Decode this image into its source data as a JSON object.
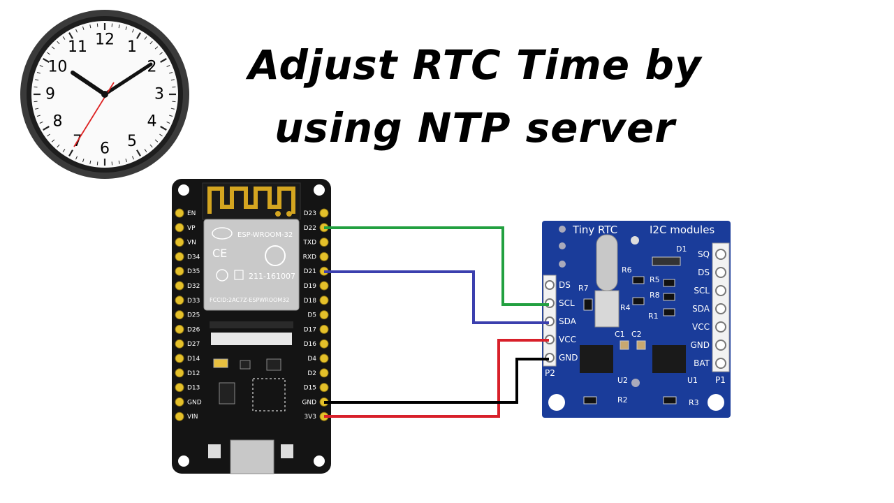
{
  "title": {
    "line1": "Adjust RTC Time by",
    "line2": "using NTP server"
  },
  "clock": {
    "numbers": [
      "12",
      "1",
      "2",
      "3",
      "4",
      "5",
      "6",
      "7",
      "8",
      "9",
      "10",
      "11"
    ]
  },
  "esp32": {
    "module_label": "ESP-WROOM-32",
    "module_cert": "211-161007",
    "module_fcc": "FCCID:2AC7Z-ESPWROOM32",
    "left_pins": [
      "EN",
      "VP",
      "VN",
      "D34",
      "D35",
      "D32",
      "D33",
      "D25",
      "D26",
      "D27",
      "D14",
      "D12",
      "D13",
      "GND",
      "VIN"
    ],
    "right_pins": [
      "D23",
      "D22",
      "TXD",
      "RXD",
      "D21",
      "D19",
      "D18",
      "D5",
      "D17",
      "D16",
      "D4",
      "D2",
      "D15",
      "GND",
      "3V3"
    ]
  },
  "rtc": {
    "title_left": "Tiny RTC",
    "title_right": "I2C modules",
    "p2_pins": [
      "DS",
      "SCL",
      "SDA",
      "VCC",
      "GND"
    ],
    "p2_label": "P2",
    "p1_pins": [
      "SQ",
      "DS",
      "SCL",
      "SDA",
      "VCC",
      "GND",
      "BAT"
    ],
    "p1_label": "P1",
    "component_labels": [
      "R7",
      "R6",
      "R5",
      "R8",
      "R4",
      "R1",
      "D1",
      "C1",
      "C2",
      "U2",
      "U1",
      "R2",
      "R3"
    ]
  },
  "wires": [
    {
      "from": "D22",
      "to": "SCL",
      "color": "#22a040"
    },
    {
      "from": "D21",
      "to": "SDA",
      "color": "#3b3fae"
    },
    {
      "from": "3V3",
      "to": "VCC",
      "color": "#d8202a"
    },
    {
      "from": "GND",
      "to": "GND",
      "color": "#000000"
    }
  ]
}
